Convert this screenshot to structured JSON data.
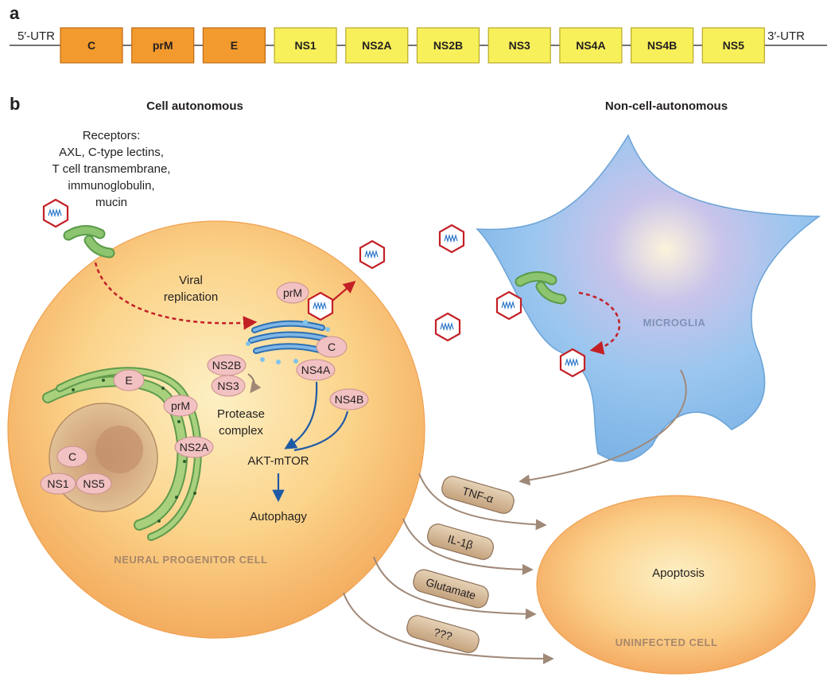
{
  "panel_a": {
    "letter": "a",
    "utr5": "5′-UTR",
    "utr3": "3′-UTR",
    "segments": [
      {
        "label": "C",
        "kind": "structural"
      },
      {
        "label": "prM",
        "kind": "structural"
      },
      {
        "label": "E",
        "kind": "structural"
      },
      {
        "label": "NS1",
        "kind": "nonstructural"
      },
      {
        "label": "NS2A",
        "kind": "nonstructural"
      },
      {
        "label": "NS2B",
        "kind": "nonstructural"
      },
      {
        "label": "NS3",
        "kind": "nonstructural"
      },
      {
        "label": "NS4A",
        "kind": "nonstructural"
      },
      {
        "label": "NS4B",
        "kind": "nonstructural"
      },
      {
        "label": "NS5",
        "kind": "nonstructural"
      }
    ],
    "colors": {
      "structural": "#f29a2e",
      "nonstructural": "#f7f05a"
    }
  },
  "panel_b": {
    "letter": "b",
    "cell_autonomous_title": "Cell autonomous",
    "non_cell_autonomous_title": "Non-cell-autonomous",
    "receptors": [
      "Receptors:",
      "AXL, C-type lectins,",
      "T cell transmembrane,",
      "immunoglobulin,",
      "mucin"
    ],
    "viral_replication": [
      "Viral",
      "replication"
    ],
    "protease_complex": [
      "Protease",
      "complex"
    ],
    "akt_mtor": "AKT-mTOR",
    "autophagy": "Autophagy",
    "npc_label": "NEURAL PROGENITOR CELL",
    "microglia_label": "MICROGLIA",
    "uninfected_label": "UNINFECTED CELL",
    "apoptosis": "Apoptosis",
    "proteins": {
      "prM_top": "prM",
      "C_top": "C",
      "NS2B": "NS2B",
      "NS3": "NS3",
      "NS4A": "NS4A",
      "NS4B": "NS4B",
      "E": "E",
      "prM_er": "prM",
      "NS2A": "NS2A",
      "C_nuc": "C",
      "NS1": "NS1",
      "NS5": "NS5"
    },
    "factors": [
      "TNF-α",
      "IL-1β",
      "Glutamate",
      "???"
    ]
  }
}
